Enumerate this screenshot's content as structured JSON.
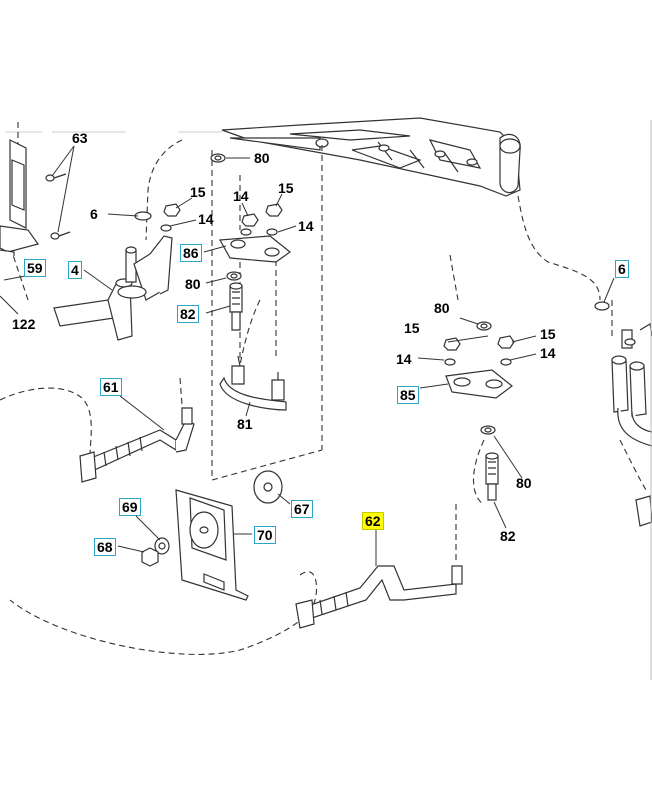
{
  "part_labels": [
    {
      "id": "p63",
      "text": "63",
      "boxed": false
    },
    {
      "id": "p80a",
      "text": "80",
      "boxed": false
    },
    {
      "id": "p15a",
      "text": "15",
      "boxed": false
    },
    {
      "id": "p14a",
      "text": "14",
      "boxed": false
    },
    {
      "id": "p14b",
      "text": "14",
      "boxed": false
    },
    {
      "id": "p15b",
      "text": "15",
      "boxed": false
    },
    {
      "id": "p14c",
      "text": "14",
      "boxed": false
    },
    {
      "id": "p6a",
      "text": "6",
      "boxed": false
    },
    {
      "id": "p86",
      "text": "86",
      "boxed": true,
      "highlight": false
    },
    {
      "id": "p59",
      "text": "59",
      "boxed": true,
      "highlight": false
    },
    {
      "id": "p4",
      "text": "4",
      "boxed": true,
      "highlight": false
    },
    {
      "id": "p80b",
      "text": "80",
      "boxed": false
    },
    {
      "id": "p82a",
      "text": "82",
      "boxed": true,
      "highlight": false
    },
    {
      "id": "p122",
      "text": "122",
      "boxed": false
    },
    {
      "id": "p6b",
      "text": "6",
      "boxed": true,
      "highlight": false
    },
    {
      "id": "p80c",
      "text": "80",
      "boxed": false
    },
    {
      "id": "p15c",
      "text": "15",
      "boxed": false
    },
    {
      "id": "p15d",
      "text": "15",
      "boxed": false
    },
    {
      "id": "p14d",
      "text": "14",
      "boxed": false
    },
    {
      "id": "p14e",
      "text": "14",
      "boxed": false
    },
    {
      "id": "p85",
      "text": "85",
      "boxed": true,
      "highlight": false
    },
    {
      "id": "p61",
      "text": "61",
      "boxed": true,
      "highlight": false
    },
    {
      "id": "p81",
      "text": "81",
      "boxed": false
    },
    {
      "id": "p80d",
      "text": "80",
      "boxed": false
    },
    {
      "id": "p67",
      "text": "67",
      "boxed": true,
      "highlight": false
    },
    {
      "id": "p69",
      "text": "69",
      "boxed": true,
      "highlight": false
    },
    {
      "id": "p70",
      "text": "70",
      "boxed": true,
      "highlight": false
    },
    {
      "id": "p68",
      "text": "68",
      "boxed": true,
      "highlight": false
    },
    {
      "id": "p62",
      "text": "62",
      "boxed": true,
      "highlight": true
    },
    {
      "id": "p82b",
      "text": "82",
      "boxed": false
    }
  ],
  "colors": {
    "line": "#333333",
    "box_border": "#2aa6c9",
    "highlight": "#ffff00",
    "part_fill": "#ffffff"
  }
}
